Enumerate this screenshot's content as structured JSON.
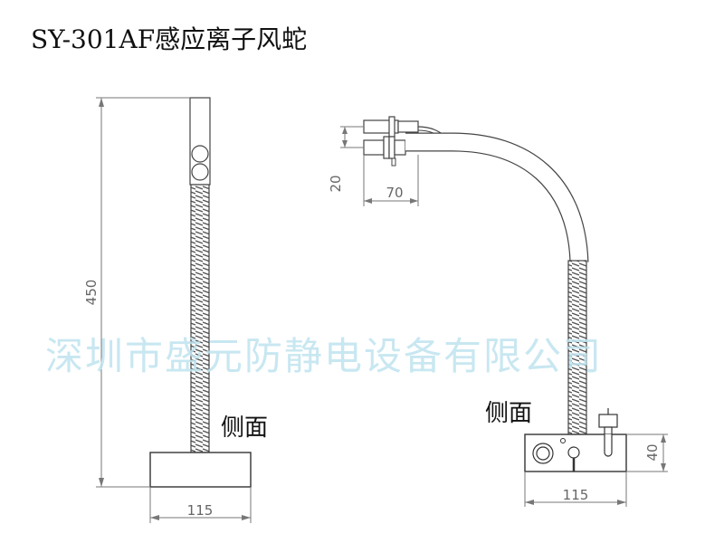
{
  "title": "SY-301AF感应离子风蛇",
  "watermark": "深圳市盛元防静电设备有限公司",
  "left_view": {
    "label": "侧面",
    "dim_height": "450",
    "dim_width": "115"
  },
  "right_view": {
    "label": "侧面",
    "dim_nozzle_height": "20",
    "dim_nozzle_length": "70",
    "dim_base_height": "40",
    "dim_base_width": "115"
  },
  "colors": {
    "line": "#444444",
    "dimension": "#777777",
    "watermark": "#bfe3ef"
  }
}
